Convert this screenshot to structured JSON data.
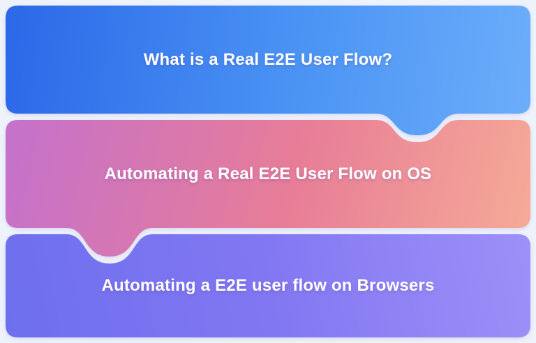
{
  "page": {
    "background": "#eef2fb",
    "text_color": "#ffffff"
  },
  "cards": [
    {
      "title": "What is a Real E2E User Flow?",
      "gradient_from": "#2c68e8",
      "gradient_mid": "#4a93f4",
      "gradient_to": "#6badfa"
    },
    {
      "title": "Automating a Real E2E User Flow on OS",
      "gradient_from": "#c471cd",
      "gradient_mid": "#e77d97",
      "gradient_to": "#f6aa97"
    },
    {
      "title": "Automating a E2E user flow on Browsers",
      "gradient_from": "#6d6fee",
      "gradient_mid": "#8277f2",
      "gradient_to": "#9e90f8"
    }
  ]
}
